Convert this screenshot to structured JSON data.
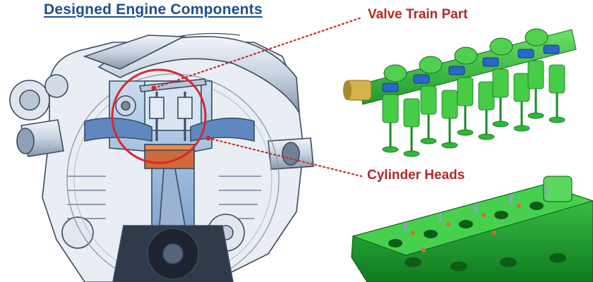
{
  "diagram": {
    "title": "Designed Engine Components",
    "callouts": [
      {
        "id": "valve-train",
        "label": "Valve Train Part"
      },
      {
        "id": "cylinder-heads",
        "label": "Cylinder Heads"
      }
    ],
    "colors": {
      "title": "#1f4f8f",
      "callout_text": "#b3262a",
      "callout_line": "#cc2a2a",
      "highlight_ring": "#d8282f",
      "part_green": "#3cc83c",
      "part_blue": "#2a68c8",
      "engine_blue": "#a9c6e6",
      "engine_outline": "#3a4a60"
    }
  }
}
